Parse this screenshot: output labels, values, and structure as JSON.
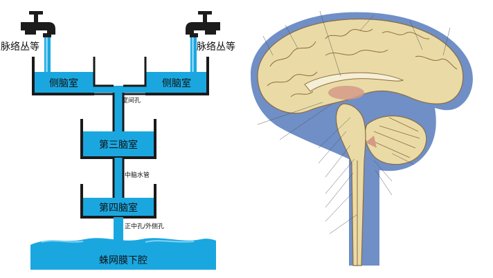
{
  "flow_diagram": {
    "choroid_left": "脉络丛等",
    "choroid_right": "脉络丛等",
    "lateral_left": "侧脑室",
    "lateral_right": "侧脑室",
    "foramen_interventricular": "室间孔",
    "third_ventricle": "第三脑室",
    "aqueduct": "中脑水管",
    "fourth_ventricle": "第四脑室",
    "median_lateral_apertures": "正中孔/外侧孔",
    "subarachnoid_space": "蛛网膜下腔"
  },
  "colors": {
    "water": "#1aa7e0",
    "water_light": "#7fd3f5",
    "wall": "#1a1a1a",
    "faucet": "#1c1c1c",
    "csf": "#6f8fc6",
    "brain": "#eadba6",
    "brain_dark": "#8c6b3f"
  },
  "icons": {
    "faucet_left": "faucet-icon",
    "faucet_right": "faucet-icon"
  }
}
